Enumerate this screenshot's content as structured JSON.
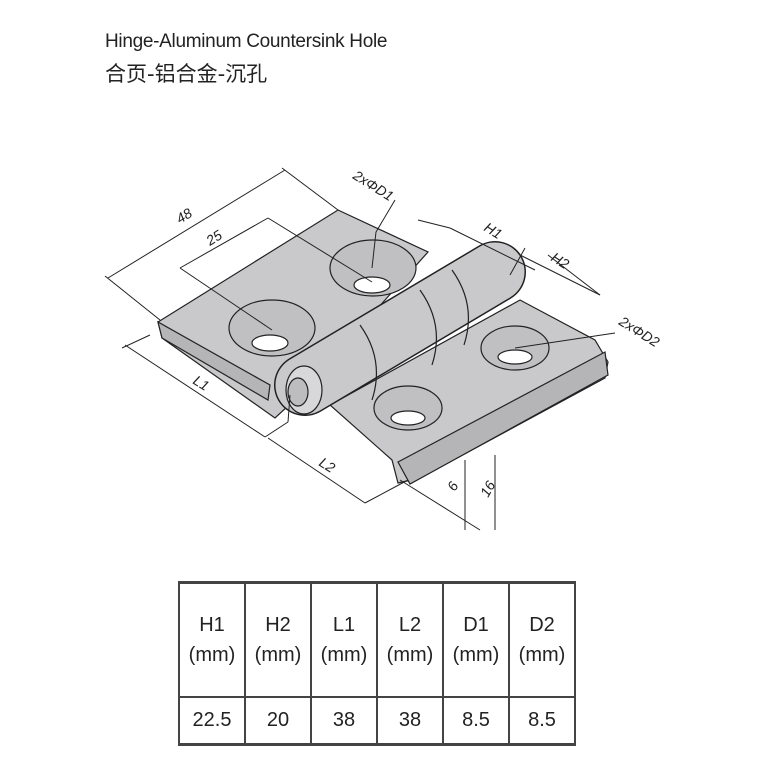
{
  "title": "Hinge-Aluminum Countersink Hole",
  "subtitle": "合页-铝合金-沉孔",
  "drawing": {
    "dim_48": "48",
    "dim_25": "25",
    "dim_d1": "2xΦD1",
    "dim_h1": "H1",
    "dim_h2": "H2",
    "dim_d2": "2xΦD2",
    "dim_l1": "L1",
    "dim_l2": "L2",
    "dim_6": "6",
    "dim_16": "16"
  },
  "table": {
    "headers": [
      {
        "name": "H1",
        "unit": "(mm)"
      },
      {
        "name": "H2",
        "unit": "(mm)"
      },
      {
        "name": "L1",
        "unit": "(mm)"
      },
      {
        "name": "L2",
        "unit": "(mm)"
      },
      {
        "name": "D1",
        "unit": "(mm)"
      },
      {
        "name": "D2",
        "unit": "(mm)"
      }
    ],
    "values": [
      "22.5",
      "20",
      "38",
      "38",
      "8.5",
      "8.5"
    ]
  }
}
